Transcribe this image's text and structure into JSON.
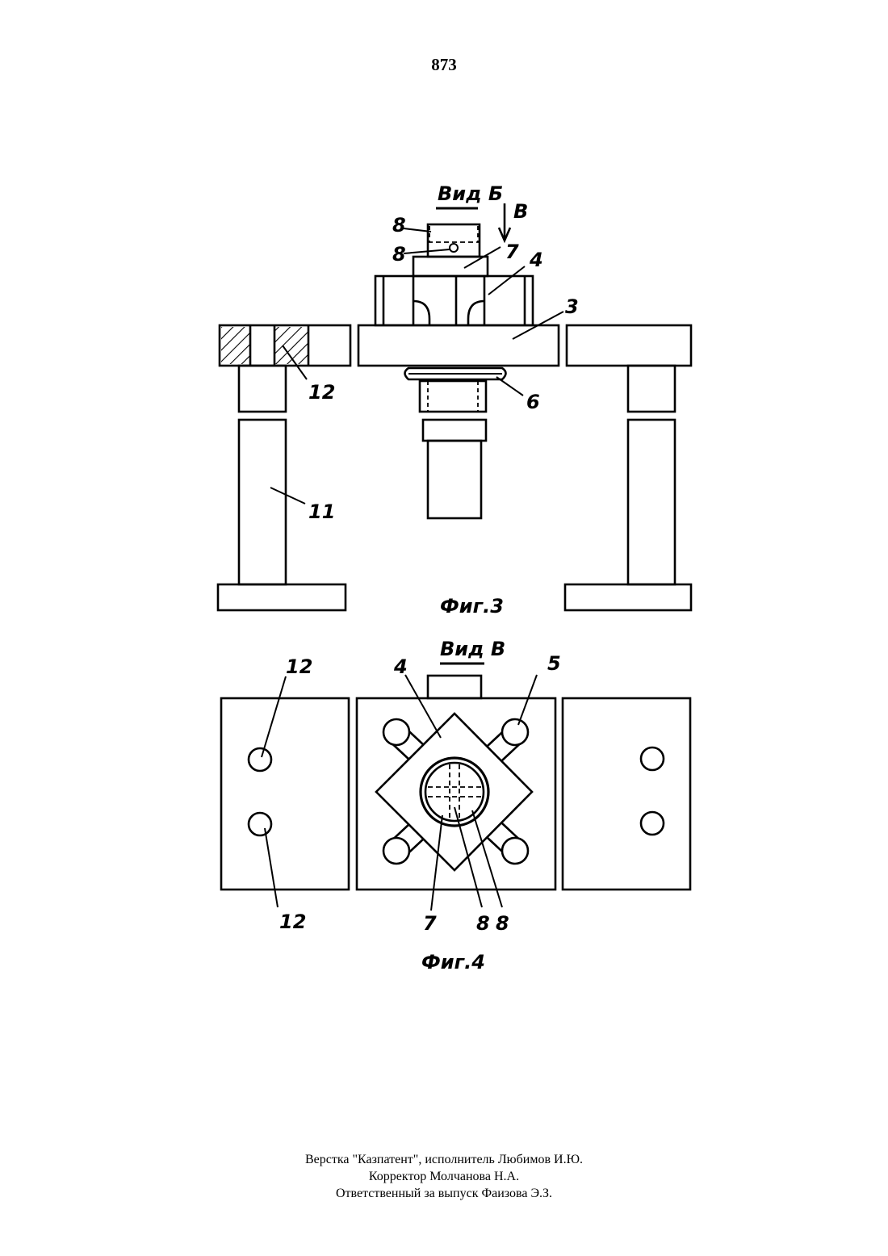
{
  "page_number": "873",
  "figure3": {
    "view_title": "Вид Б",
    "arrow_label": "В",
    "caption": "Фиг.3",
    "labels": {
      "l8a": "8",
      "l8b": "8",
      "l7": "7",
      "l4": "4",
      "l3": "3",
      "l12": "12",
      "l6": "6",
      "l11": "11"
    }
  },
  "figure4": {
    "view_title": "Вид В",
    "caption": "Фиг.4",
    "labels": {
      "l12top": "12",
      "l4": "4",
      "l5": "5",
      "l12bottom": "12",
      "l7": "7",
      "l8a": "8",
      "l8b": "8"
    }
  },
  "footer": {
    "line1": "Верстка \"Казпатент\", исполнитель Любимов И.Ю.",
    "line2": "Корректор Молчанова Н.А.",
    "line3": "Ответственный за выпуск Фаизова Э.З."
  }
}
